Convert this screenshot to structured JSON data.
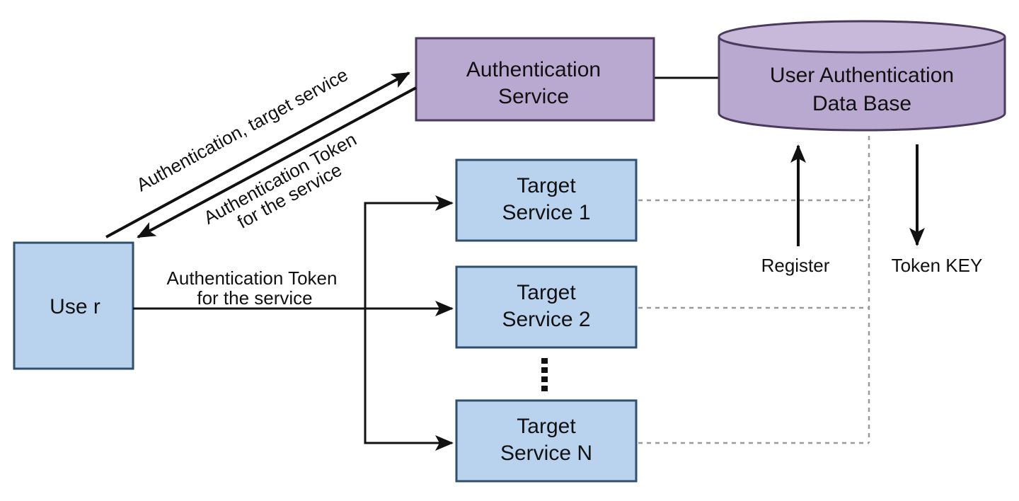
{
  "colors": {
    "service_fill": "#b9a8cf",
    "service_stroke": "#4a3a5c",
    "target_fill": "#b9d3ee",
    "target_stroke": "#2f4f6f",
    "line": "#111111",
    "dashed": "#9a9a9a"
  },
  "nodes": {
    "auth_service": {
      "line1": "Authentication",
      "line2": "Service"
    },
    "database": {
      "line1": "User Authentication",
      "line2": "Data Base"
    },
    "user": {
      "label": "Use r"
    },
    "target_1": {
      "line1": "Target",
      "line2": "Service 1"
    },
    "target_2": {
      "line1": "Target",
      "line2": "Service 2"
    },
    "target_n": {
      "line1": "Target",
      "line2": "Service N"
    }
  },
  "edges": {
    "request": {
      "label": "Authentication, target service"
    },
    "response": {
      "line1": "Authentication Token",
      "line2": "for the service"
    },
    "user_to_targets": {
      "line1": "Authentication Token",
      "line2": "for the service"
    },
    "register": {
      "label": "Register"
    },
    "token_key": {
      "label": "Token KEY"
    }
  }
}
